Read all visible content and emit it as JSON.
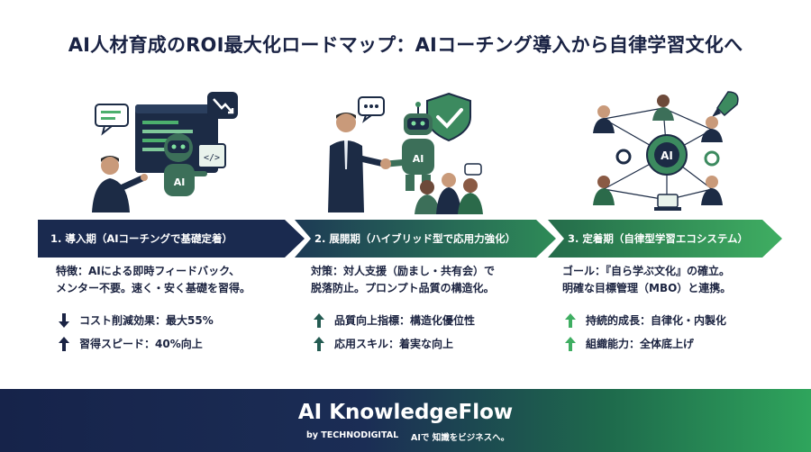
{
  "title": "AI人材育成のROI最大化ロードマップ：AIコーチング導入から自律学習文化へ",
  "colors": {
    "navy": "#1a2344",
    "green": "#2e8b57",
    "light_green": "#3fae62",
    "footer_start": "#16234a",
    "footer_end": "#2fa55c"
  },
  "illustrations": [
    {
      "icons": [
        "person-icon",
        "chat-bubble-icon",
        "code-window-icon",
        "robot-icon",
        "trend-down-icon"
      ],
      "robot_badge": "AI"
    },
    {
      "icons": [
        "businessman-icon",
        "robot-icon",
        "handshake-icon",
        "shield-check-icon",
        "chat-bubble-icon",
        "team-icon"
      ],
      "robot_badge": "AI"
    },
    {
      "icons": [
        "network-icon",
        "team-icon",
        "gear-icon",
        "rocket-icon",
        "laptop-icon"
      ],
      "hub_badge": "AI"
    }
  ],
  "phases": [
    {
      "label": "1. 導入期（AIコーチングで基礎定着）",
      "desc": [
        "特徴：AIによる即時フィードバック、",
        "メンター不要。速く・安く基礎を習得。"
      ],
      "metrics": [
        {
          "icon": "arrow-down-icon",
          "text": "コスト削減効果：最大55%"
        },
        {
          "icon": "arrow-up-icon",
          "text": "習得スピード：40%向上"
        }
      ]
    },
    {
      "label": "2. 展開期（ハイブリッド型で応用力強化）",
      "desc": [
        "対策：対人支援（励まし・共有会）で",
        "脱落防止。プロンプト品質の構造化。"
      ],
      "metrics": [
        {
          "icon": "arrow-up-icon",
          "text": "品質向上指標：構造化優位性"
        },
        {
          "icon": "arrow-up-icon",
          "text": "応用スキル：着実な向上"
        }
      ]
    },
    {
      "label": "3. 定着期（自律型学習エコシステム）",
      "desc": [
        "ゴール：『自ら学ぶ文化』の確立。",
        "明確な目標管理（MBO）と連携。"
      ],
      "metrics": [
        {
          "icon": "arrow-up-icon",
          "text": "持続的成長：自律化・内製化"
        },
        {
          "icon": "arrow-up-icon",
          "text": "組織能力：全体底上げ"
        }
      ]
    }
  ],
  "footer": {
    "brand": "AI KnowledgeFlow",
    "by": "by TECHNODIGITAL",
    "slogan": "AIで 知識をビジネスへ。"
  }
}
